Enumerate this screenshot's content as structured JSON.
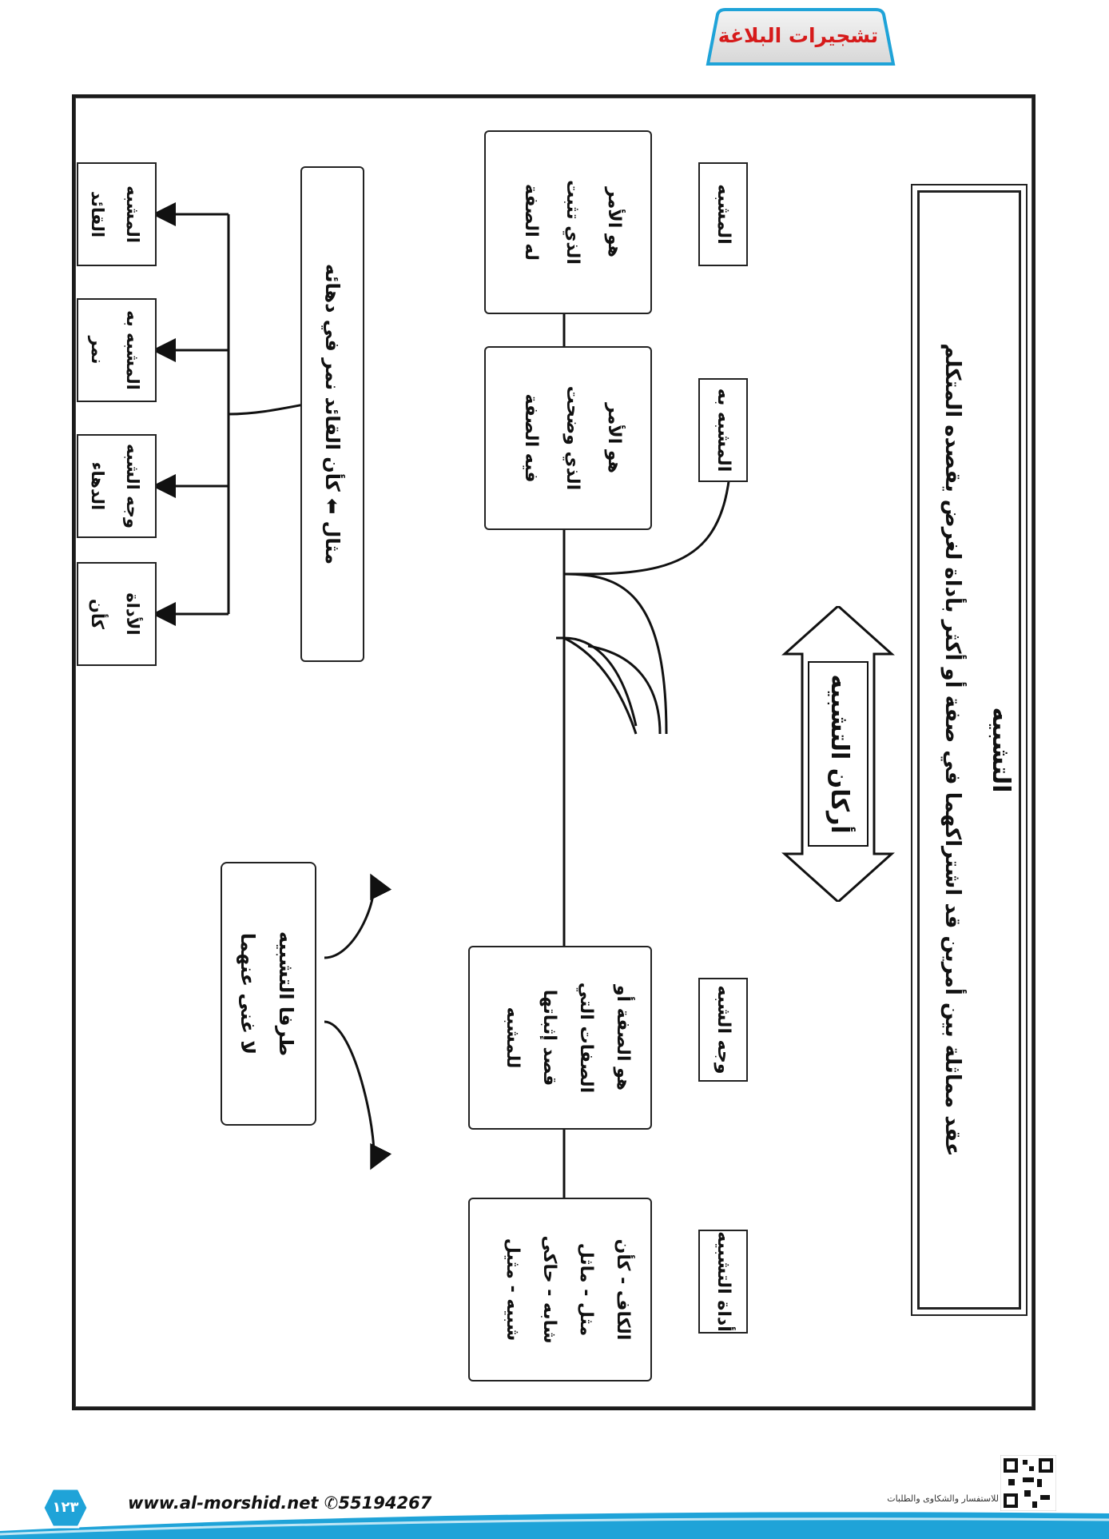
{
  "header": {
    "title": "تشجيرات البلاغة"
  },
  "definition": {
    "title": "التشبيه",
    "text": "عقد مماثلة بين أمرين قد اشتراكهما في صفة أو أكثر بأداة لغرض يقصده المتكلم"
  },
  "pillars": {
    "label": "أركان التشبيه"
  },
  "pillar_items": [
    {
      "tag": "أداة التشبيه",
      "lines": [
        "الكاف - كأن",
        "مثل - ماثل",
        "شابه - حاكى",
        "شبيه - مثيل"
      ]
    },
    {
      "tag": "وجه الشبه",
      "lines": [
        "هو الصفة أو",
        "الصفات التي",
        "قصد إثباتها",
        "للمشبه"
      ]
    },
    {
      "tag": "المشبه به",
      "lines": [
        "هو الأمر",
        "الذي وضحت",
        "فيه الصفة"
      ]
    },
    {
      "tag": "المشبه",
      "lines": [
        "هو الأمر",
        "الذي تثبت",
        "له الصفة"
      ]
    }
  ],
  "example": {
    "label": "مثال",
    "text": "كأن القائد نمر في دهائه",
    "items": [
      {
        "role": "الأداة",
        "value": "كأن"
      },
      {
        "role": "وجه الشبه",
        "value": "الدهاء"
      },
      {
        "role": "المشبه به",
        "value": "نمر"
      },
      {
        "role": "المشبه",
        "value": "القائد"
      }
    ]
  },
  "note": {
    "lines": [
      "طرفا التشبيه",
      "لا غنى عنهما"
    ]
  },
  "footer": {
    "url": "www.al-morshid.net",
    "phone": "55194267",
    "page_number": "١٢٣",
    "qr_caption": "للاستفسار والشكاوى والطلبات"
  },
  "colors": {
    "accent": "#d61a1a",
    "badge": "#1fa3d8"
  }
}
